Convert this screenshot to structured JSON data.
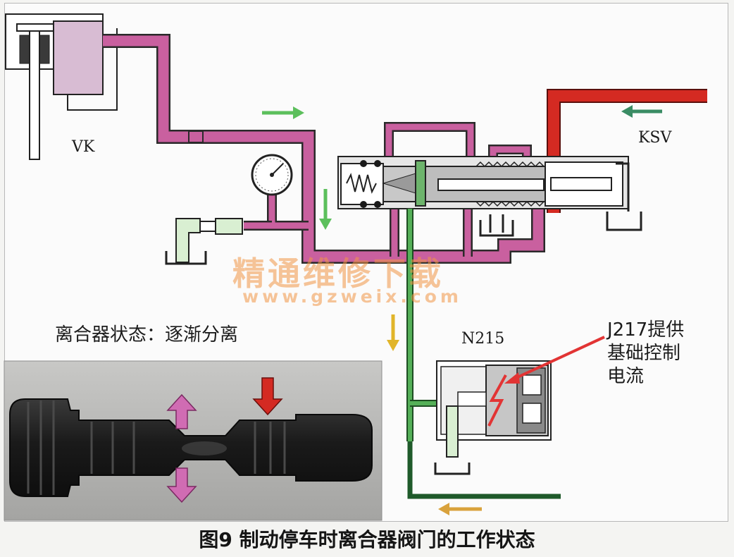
{
  "labels": {
    "vk": "VK",
    "ksv": "KSV",
    "n215": "N215",
    "j217": "J217提供\n基础控制\n电流",
    "clutch_state": "离合器状态：逐渐分离"
  },
  "watermark": {
    "text": "精通维修下载",
    "url": "www.gzweix.com"
  },
  "caption": "图9 制动停车时离合器阀门的工作状态",
  "colors": {
    "line_pressure": "#c9609f",
    "supply_pressure": "#d42a22",
    "control_pressure": "#2e8b3a",
    "return_line": "#1f5a2a",
    "flow_arrow_green": "#5cbf5c",
    "flow_arrow_yellow": "#e1b52a",
    "flow_arrow_teal": "#3a8c64",
    "flow_arrow_orange": "#d9a23c",
    "pointer_arrow": "#e23434",
    "housing_gray": "#b9b9b9"
  }
}
